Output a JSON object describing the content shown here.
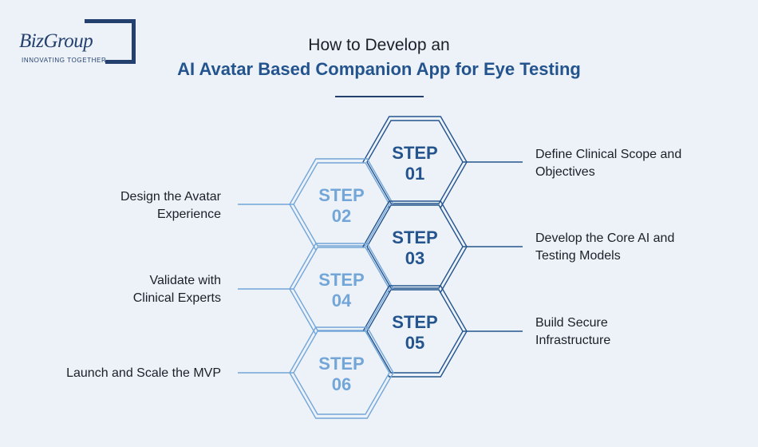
{
  "brand": {
    "name": "BizGroup",
    "tagline": "INNOVATING TOGETHER"
  },
  "title": {
    "line1": "How to Develop an",
    "line2": "AI Avatar Based Companion App for Eye Testing"
  },
  "colors": {
    "background": "#edf2f8",
    "dark_blue": "#24548e",
    "light_blue": "#73a6d8",
    "text": "#1b1f2a"
  },
  "steps": [
    {
      "word": "STEP",
      "num": "01",
      "label_lines": [
        "Define Clinical Scope and",
        "Objectives"
      ]
    },
    {
      "word": "STEP",
      "num": "02",
      "label_lines": [
        "Design the Avatar",
        "Experience"
      ]
    },
    {
      "word": "STEP",
      "num": "03",
      "label_lines": [
        "Develop the Core AI and",
        "Testing Models"
      ]
    },
    {
      "word": "STEP",
      "num": "04",
      "label_lines": [
        "Validate with",
        "Clinical Experts"
      ]
    },
    {
      "word": "STEP",
      "num": "05",
      "label_lines": [
        "Build Secure",
        "Infrastructure"
      ]
    },
    {
      "word": "STEP",
      "num": "06",
      "label_lines": [
        "Launch and Scale the MVP"
      ]
    }
  ]
}
